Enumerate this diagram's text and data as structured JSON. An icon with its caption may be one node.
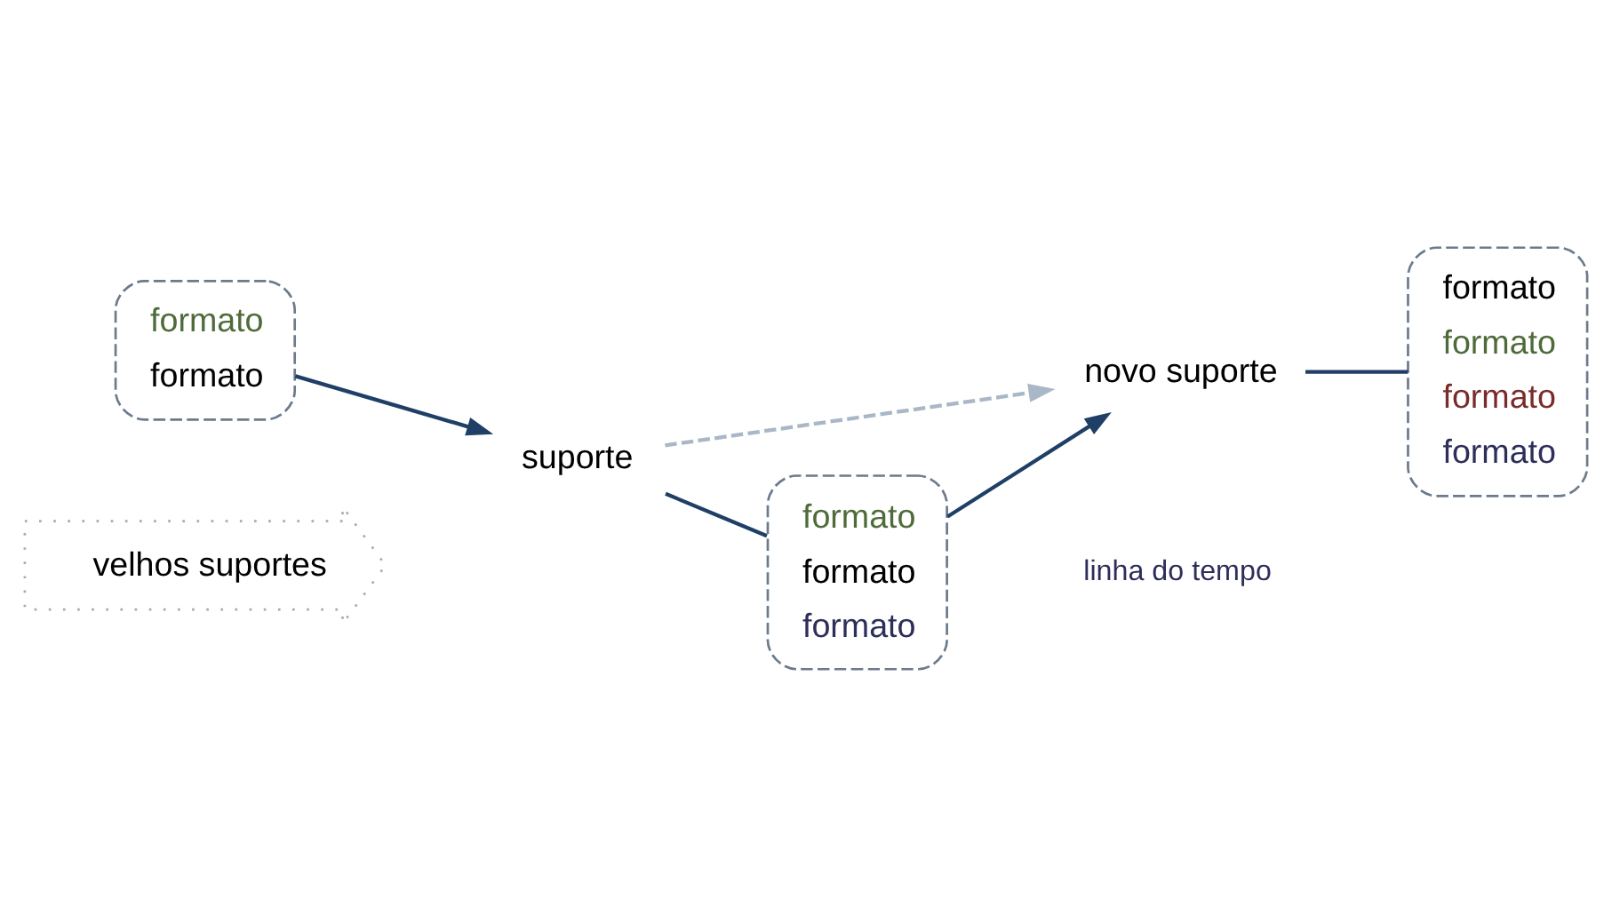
{
  "diagram": {
    "nodes": [
      {
        "text": [
          "formato",
          "formato"
        ]
      },
      {
        "text": [
          "velhos suportes"
        ]
      },
      {
        "text": [
          "suporte"
        ]
      },
      {
        "text": [
          "novo suporte"
        ]
      },
      {
        "text": [
          "formato",
          "formato",
          "formato",
          "formato"
        ]
      },
      {
        "text": [
          "formato",
          "formato",
          "formato"
        ]
      }
    ],
    "edges": [
      {
        "from": 0,
        "to": 2,
        "arrow": "to"
      },
      {
        "from": 2,
        "to": 5,
        "arrow": "none"
      },
      {
        "from": 5,
        "to": 3,
        "arrow": "to"
      },
      {
        "from": 3,
        "to": 4,
        "arrow": "none"
      },
      {
        "from": 2,
        "to": 3,
        "arrow": "to",
        "style": "dashed",
        "color": "#a9b7c6"
      }
    ],
    "labels": [
      "linha do tempo"
    ]
  }
}
